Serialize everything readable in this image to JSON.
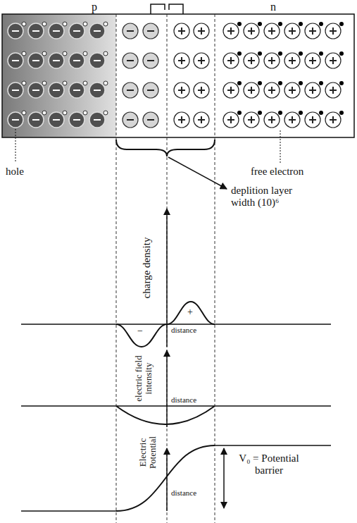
{
  "diagram": {
    "labels": [
      "p",
      "n",
      "hole",
      "free electron",
      "deplition layer width (10)⁶",
      "charge density",
      "−",
      "+",
      "distance",
      "electric field intensity",
      "distance",
      "Electric Potential",
      "distance",
      "V₀ = Potential barrier"
    ]
  }
}
